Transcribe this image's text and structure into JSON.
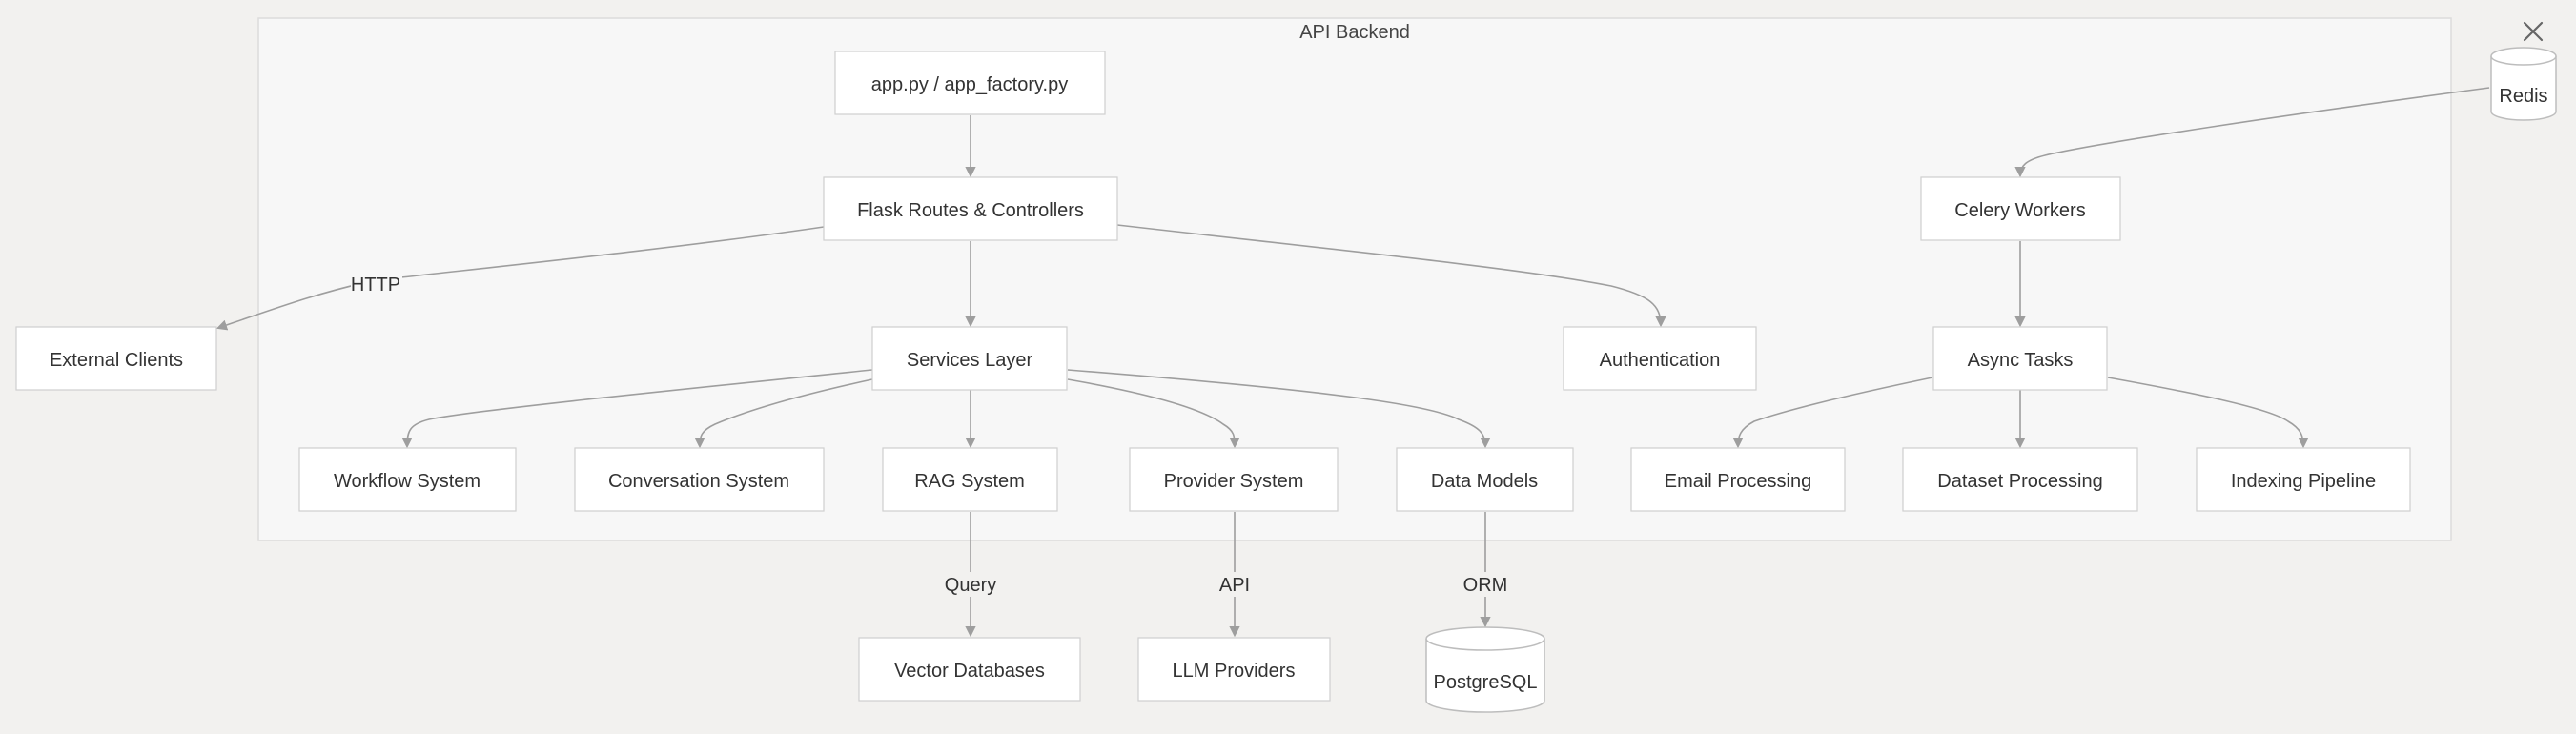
{
  "cluster": {
    "title": "API Backend"
  },
  "nodes": {
    "app": "app.py / app_factory.py",
    "flask": "Flask Routes & Controllers",
    "services": "Services Layer",
    "auth": "Authentication",
    "celery": "Celery Workers",
    "async": "Async Tasks",
    "clients": "External Clients",
    "workflow": "Workflow System",
    "conversation": "Conversation System",
    "rag": "RAG System",
    "provider": "Provider System",
    "models": "Data Models",
    "email": "Email Processing",
    "dataset": "Dataset Processing",
    "indexing": "Indexing Pipeline",
    "vector": "Vector Databases",
    "llm": "LLM Providers",
    "postgres": "PostgreSQL",
    "redis": "Redis"
  },
  "edges": {
    "http": "HTTP",
    "query": "Query",
    "api": "API",
    "orm": "ORM"
  },
  "icons": {
    "close": "close-icon"
  }
}
